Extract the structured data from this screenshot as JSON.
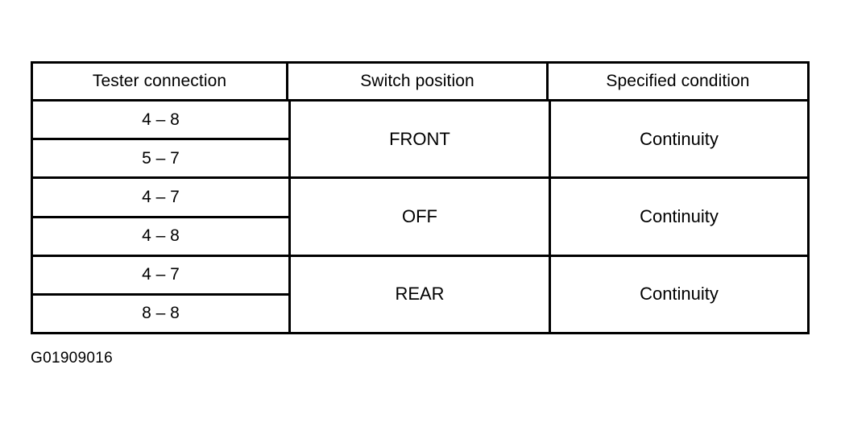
{
  "table": {
    "headers": [
      "Tester connection",
      "Switch position",
      "Specified condition"
    ],
    "groups": [
      {
        "tester_connections": [
          "4 – 8",
          "5 – 7"
        ],
        "switch_position": "FRONT",
        "specified_condition": "Continuity"
      },
      {
        "tester_connections": [
          "4 – 7",
          "4 – 8"
        ],
        "switch_position": "OFF",
        "specified_condition": "Continuity"
      },
      {
        "tester_connections": [
          "4 – 7",
          "8 – 8"
        ],
        "switch_position": "REAR",
        "specified_condition": "Continuity"
      }
    ]
  },
  "caption": {
    "figure_id": "G01909016"
  },
  "colors": {
    "ink": "#000000",
    "paper": "#ffffff"
  }
}
